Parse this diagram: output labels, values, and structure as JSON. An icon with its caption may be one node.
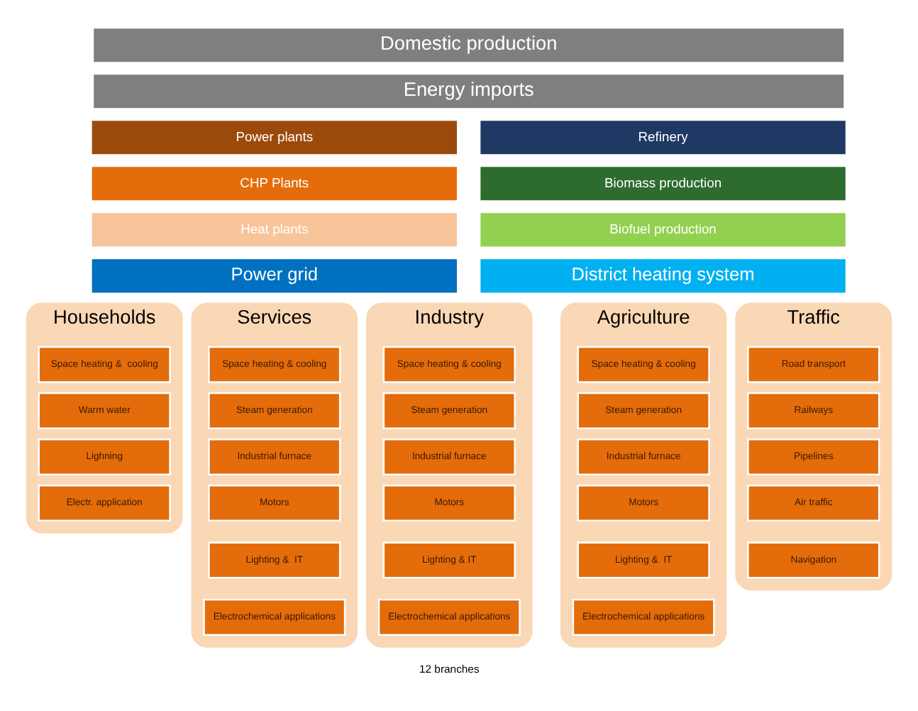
{
  "diagram": {
    "nodes": [
      {
        "text": [
          "Domestic production"
        ]
      },
      {
        "text": [
          "Energy imports"
        ]
      },
      {
        "text": [
          "Power plants"
        ]
      },
      {
        "text": [
          "Refinery"
        ]
      },
      {
        "text": [
          "CHP Plants"
        ]
      },
      {
        "text": [
          "Biomass production"
        ]
      },
      {
        "text": [
          "Heat plants"
        ]
      },
      {
        "text": [
          "Biofuel production"
        ]
      },
      {
        "text": [
          "Power grid"
        ]
      },
      {
        "text": [
          "District heating system"
        ]
      },
      {
        "text": [
          "Households"
        ]
      },
      {
        "text": [
          "Space heating &  cooling"
        ],
        "in": 10
      },
      {
        "text": [
          "Warm water"
        ],
        "in": 10
      },
      {
        "text": [
          "Lighning"
        ],
        "in": 10
      },
      {
        "text": [
          "Electr. application"
        ],
        "in": 10
      },
      {
        "text": [
          "Services"
        ]
      },
      {
        "text": [
          "Space heating & cooling"
        ],
        "in": 15
      },
      {
        "text": [
          "Steam generation"
        ],
        "in": 15
      },
      {
        "text": [
          "Industrial furnace"
        ],
        "in": 15
      },
      {
        "text": [
          "Motors"
        ],
        "in": 15
      },
      {
        "text": [
          "Lighting &  IT"
        ],
        "in": 15
      },
      {
        "text": [
          "Electrochemical applications"
        ],
        "in": 15
      },
      {
        "text": [
          "Industry"
        ]
      },
      {
        "text": [
          "Space heating & cooling"
        ],
        "in": 22
      },
      {
        "text": [
          "Steam generation"
        ],
        "in": 22
      },
      {
        "text": [
          "Industrial furnace"
        ],
        "in": 22
      },
      {
        "text": [
          "Motors"
        ],
        "in": 22
      },
      {
        "text": [
          "Lighting & IT"
        ],
        "in": 22
      },
      {
        "text": [
          "Electrochemical applications"
        ],
        "in": 22
      },
      {
        "text": [
          "Agriculture"
        ]
      },
      {
        "text": [
          "Space heating & cooling"
        ],
        "in": 29
      },
      {
        "text": [
          "Steam generation"
        ],
        "in": 29
      },
      {
        "text": [
          "Industrial furnace"
        ],
        "in": 29
      },
      {
        "text": [
          "Motors"
        ],
        "in": 29
      },
      {
        "text": [
          "Lighting &  IT"
        ],
        "in": 29
      },
      {
        "text": [
          "Electrochemical applications"
        ],
        "in": 29
      },
      {
        "text": [
          "Traffic"
        ]
      },
      {
        "text": [
          "Road transport"
        ],
        "in": 36
      },
      {
        "text": [
          "Railways"
        ],
        "in": 36
      },
      {
        "text": [
          "Pipelines"
        ],
        "in": 36
      },
      {
        "text": [
          "Air traffic"
        ],
        "in": 36
      },
      {
        "text": [
          "Navigation"
        ],
        "in": 36
      }
    ],
    "labels": [
      "12 branches"
    ]
  }
}
